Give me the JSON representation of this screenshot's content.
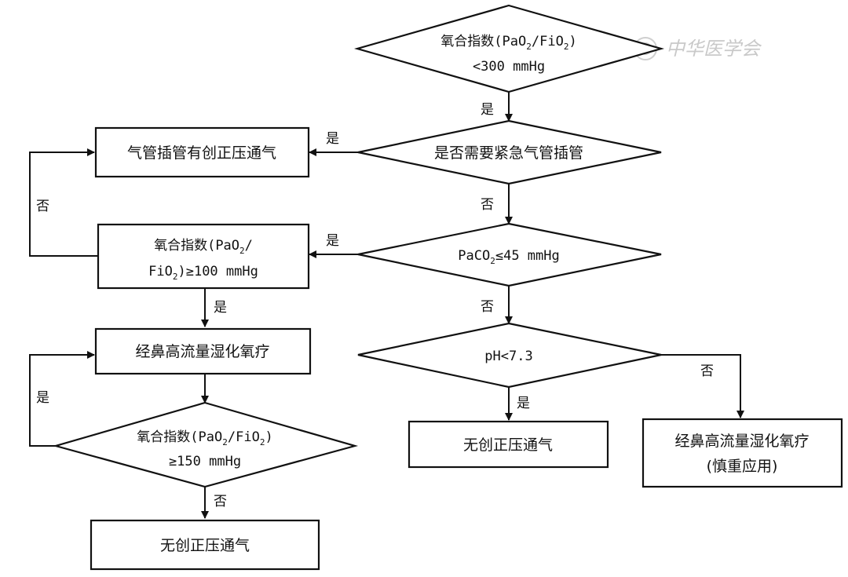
{
  "diagram": {
    "d1": {
      "cn": "氧合指数",
      "pre": "(PaO",
      "mid": "/FiO",
      "post": ")",
      "sub": "2",
      "line2": "<300 mmHg"
    },
    "d2": {
      "text": "是否需要紧急气管插管"
    },
    "d3": {
      "pre": "PaCO",
      "sub": "2",
      "post": "≤45 mmHg"
    },
    "d4": {
      "text": "pH<7.3"
    },
    "d5": {
      "cn": "氧合指数",
      "pre": "(PaO",
      "mid": "/FiO",
      "post": ")",
      "sub": "2",
      "line2": "≥150 mmHg"
    },
    "b1": {
      "text": "气管插管有创正压通气"
    },
    "b2": {
      "cn": "氧合指数",
      "pre": "(PaO",
      "slash": "/",
      "line2_pre": "FiO",
      "sub": "2",
      "line2_post": ")≥100 mmHg"
    },
    "b3": {
      "text": "经鼻高流量湿化氧疗"
    },
    "b4": {
      "text": "无创正压通气"
    },
    "b5": {
      "text": "无创正压通气"
    },
    "b6": {
      "line1": "经鼻高流量湿化氧疗",
      "line2": "(慎重应用)"
    },
    "edges": {
      "d1_d2": "是",
      "d2_b1": "是",
      "d2_d3": "否",
      "d3_b2": "是",
      "d3_d4": "否",
      "d4_b5": "是",
      "d4_b6": "否",
      "b2_b1": "否",
      "b2_b3": "是",
      "d5_b3": "是",
      "d5_b4": "否"
    }
  },
  "watermark": "中华医学会"
}
